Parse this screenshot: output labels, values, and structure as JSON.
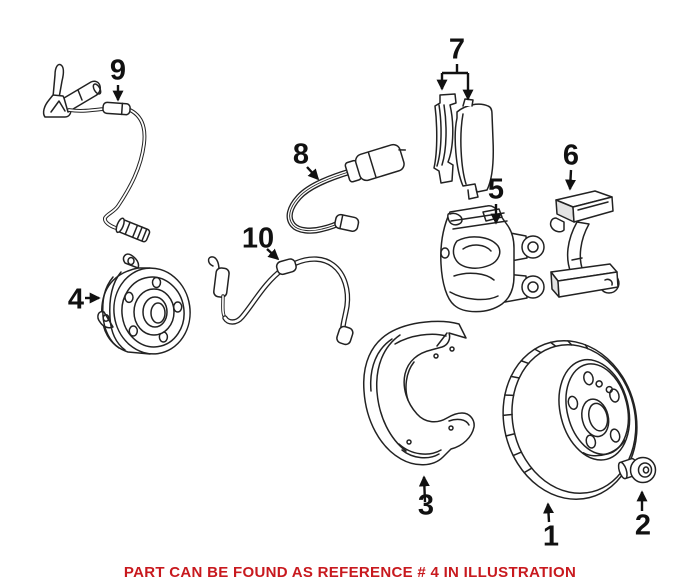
{
  "diagram": {
    "callouts": [
      {
        "label": "1"
      },
      {
        "label": "2"
      },
      {
        "label": "3"
      },
      {
        "label": "4"
      },
      {
        "label": "5"
      },
      {
        "label": "6"
      },
      {
        "label": "7"
      },
      {
        "label": "8"
      },
      {
        "label": "9"
      },
      {
        "label": "10"
      }
    ]
  },
  "note": {
    "text": "PART CAN BE FOUND AS REFERENCE # 4 IN ILLUSTRATION"
  },
  "colors": {
    "note_red": "#C8191E",
    "line_art": "#222222",
    "background": "#FFFFFF"
  }
}
